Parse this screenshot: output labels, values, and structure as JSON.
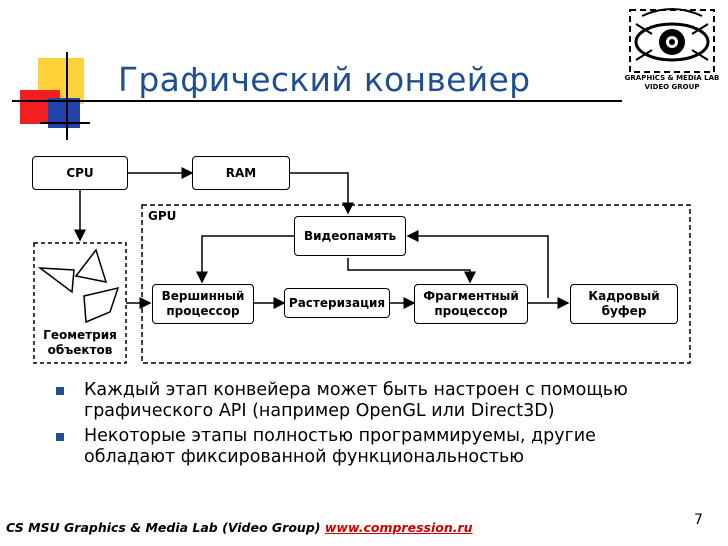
{
  "title": "Графический конвейер",
  "logo": {
    "line1": "GRAPHICS & MEDIA LAB",
    "line2": "VIDEO GROUP"
  },
  "diagram": {
    "nodes": {
      "cpu": "CPU",
      "ram": "RAM",
      "gpu_label": "GPU",
      "video_memory": "Видеопамять",
      "vertex_line1": "Вершинный",
      "vertex_line2": "процессор",
      "rasterization": "Растеризация",
      "fragment_line1": "Фрагментный",
      "fragment_line2": "процессор",
      "frame_line1": "Кадровый",
      "frame_line2": "буфер",
      "geometry_line1": "Геометрия",
      "geometry_line2": "объектов"
    }
  },
  "bullets": [
    "Каждый этап конвейера может быть настроен с помощью графического API (например OpenGL или Direct3D)",
    "Некоторые этапы полностью программируемы, другие обладают фиксированной функциональностью"
  ],
  "footer": {
    "text": "CS MSU Graphics & Media Lab (Video Group) ",
    "link": "www.compression.ru"
  },
  "page_number": "7",
  "colors": {
    "title": "#1f4f8f",
    "bullet": "#1f4f8f",
    "footer_link": "#cc0000",
    "deco_yellow": "#ffd23a",
    "deco_red": "#f02020",
    "deco_blue": "#2244aa"
  }
}
